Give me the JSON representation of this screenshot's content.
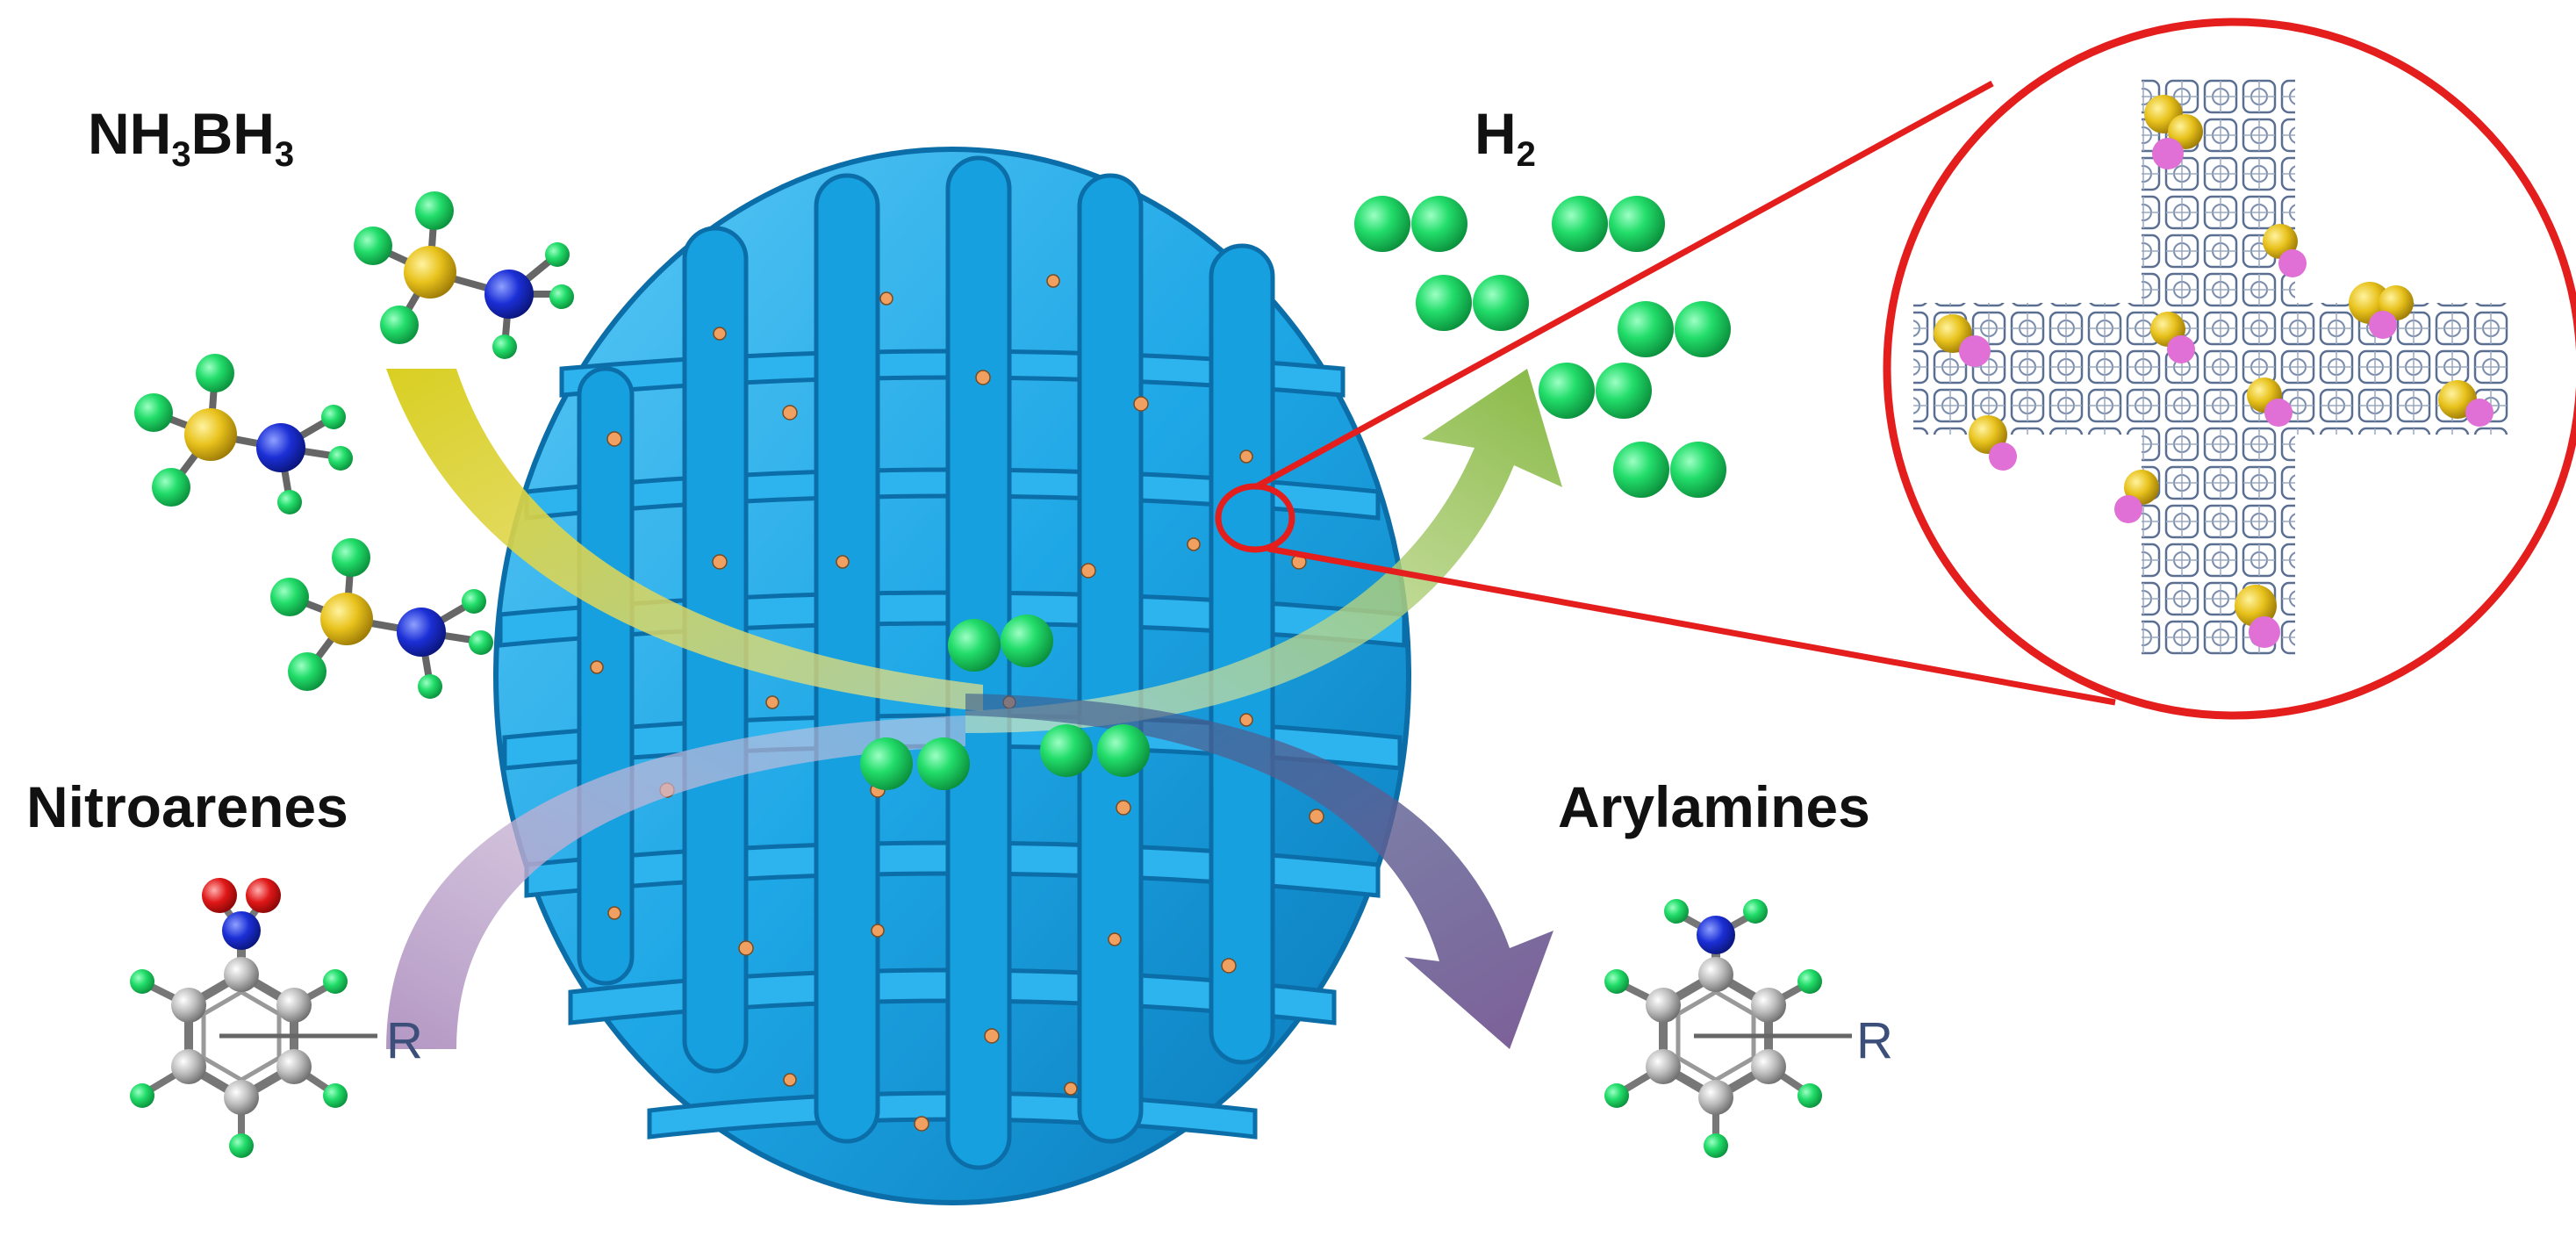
{
  "labels": {
    "reactant_top": "NH",
    "reactant_top_sub1": "3",
    "reactant_top_mid": "BH",
    "reactant_top_sub2": "3",
    "product_top": "H",
    "product_top_sub": "2",
    "reactant_bottom": "Nitroarenes",
    "product_bottom": "Arylamines",
    "substituent_left": "R",
    "substituent_right": "R"
  },
  "colors": {
    "catalyst_blue": "#1ea7e6",
    "catalyst_dark": "#0e87c8",
    "boron_yellow": "#e8c21c",
    "nitrogen_blue": "#1b2fd6",
    "hydrogen_green": "#22dd6a",
    "oxygen_red": "#e01818",
    "carbon_grey": "#b9b9b9",
    "zoom_red": "#e41d1d",
    "arrow_yellow": "#d6cc2a",
    "arrow_green": "#8fbf4a",
    "arrow_purple": "#a98bb8",
    "arrow_dark_purple": "#7a5f93"
  }
}
